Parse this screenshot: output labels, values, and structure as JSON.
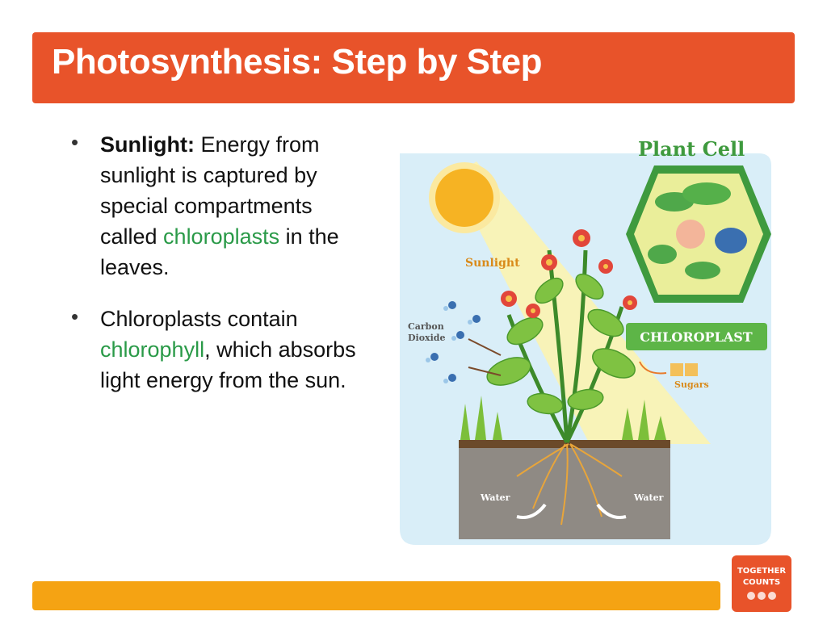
{
  "slide": {
    "title": "Photosynthesis: Step by Step",
    "bullets": [
      {
        "lead_bold": "Sunlight:",
        "text_before": " Energy from sunlight is captured by special compartments called ",
        "highlight": "chloroplasts",
        "text_after": " in the leaves."
      },
      {
        "text_before": "Chloroplasts contain ",
        "highlight": "chlorophyll",
        "text_after": ", which absorbs light energy from the sun."
      }
    ]
  },
  "illustration": {
    "plant_cell_label": "Plant Cell",
    "sunlight_label": "Sunlight",
    "carbon_label_line1": "Carbon",
    "carbon_label_line2": "Dioxide",
    "chloroplast_label": "CHLOROPLAST",
    "sugars_label": "Sugars",
    "water_left_label": "Water",
    "water_right_label": "Water"
  },
  "logo": {
    "line1": "TOGETHER",
    "line2": "COUNTS"
  },
  "colors": {
    "title_bar": "#e8532a",
    "footer_bar": "#f5a313",
    "highlight_green": "#2a9a48",
    "cell_label": "#3f9a3e"
  }
}
